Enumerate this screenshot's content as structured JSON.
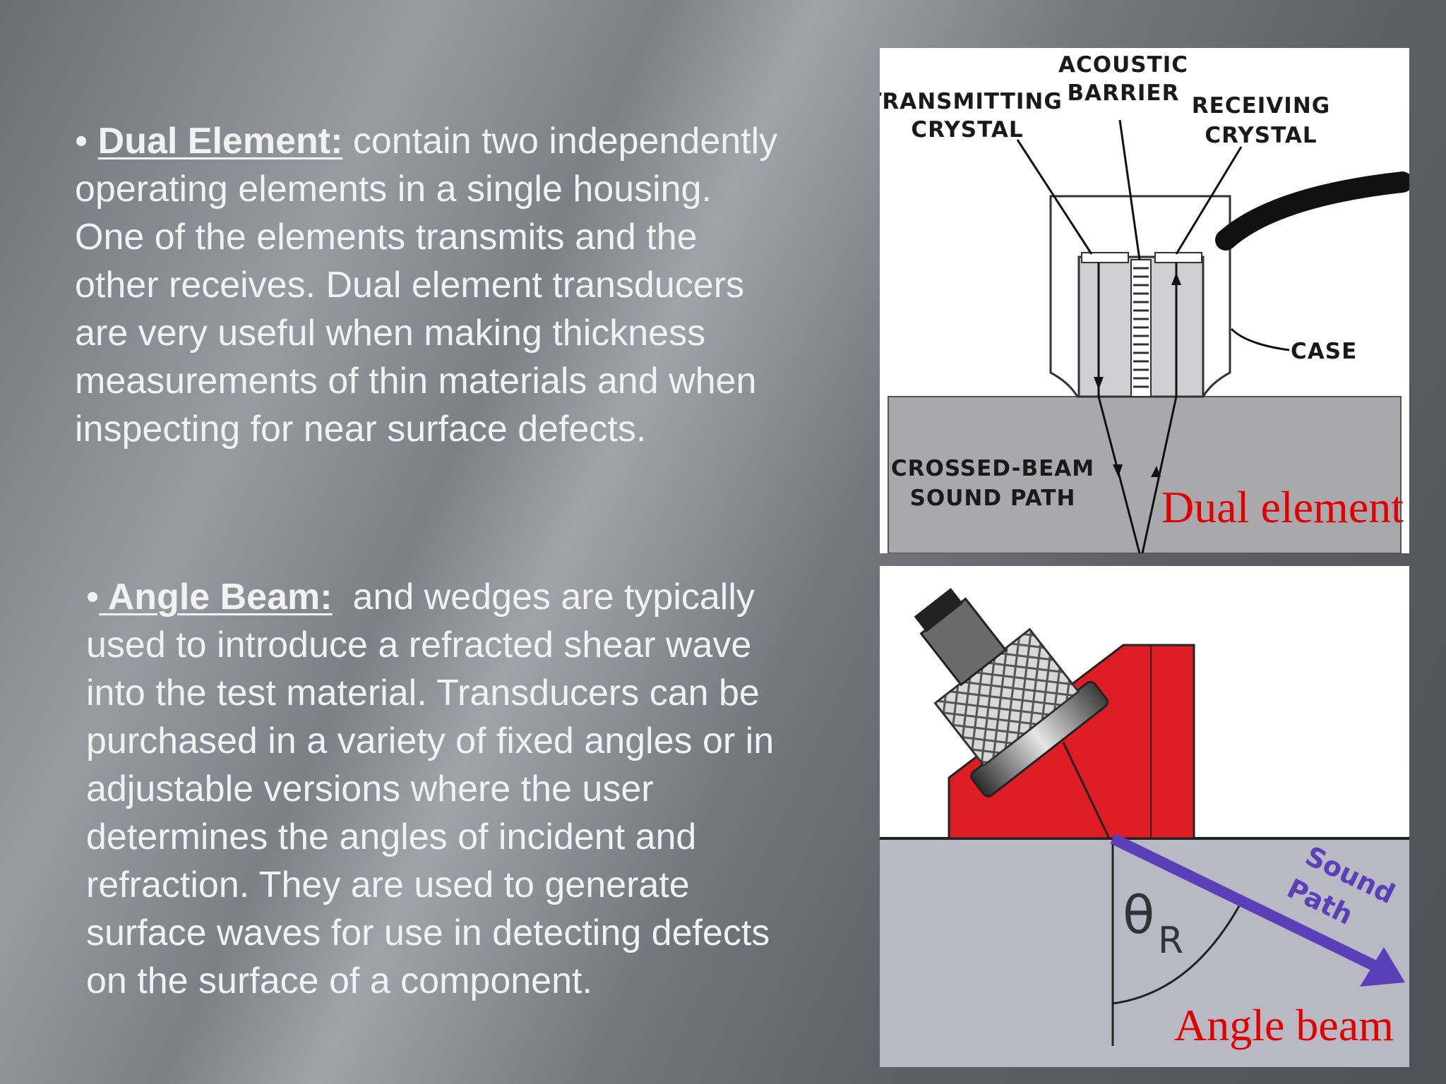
{
  "dual_block": {
    "bullet": "•",
    "term": "Dual Element:",
    "lines": [
      " contain two independently",
      "operating elements in a single housing.",
      "One of the elements transmits and the",
      "other receives. Dual element transducers",
      "are very useful when making thickness",
      "measurements of thin materials and when",
      "inspecting for near surface defects."
    ]
  },
  "angle_block": {
    "bullet": "•",
    "term": " Angle Beam:",
    "lines": [
      "  and wedges are typically",
      "used to introduce a refracted shear wave",
      "into the test material. Transducers can be",
      "purchased in a variety of fixed angles or in",
      "adjustable versions where the user",
      "determines the angles of incident and",
      "refraction. They are used to generate",
      "surface waves for use in detecting defects",
      "on the surface of a component."
    ]
  },
  "dual_figure": {
    "labels": {
      "acoustic": "ACOUSTIC",
      "barrier": "BARRIER",
      "transmitting": "TRANSMITTING",
      "transmitting_crystal": "CRYSTAL",
      "receiving": "RECEIVING",
      "receiving_crystal": "CRYSTAL",
      "case": "CASE",
      "crossed_beam": "CROSSED-BEAM",
      "sound_path": "SOUND PATH"
    },
    "caption": "Dual element"
  },
  "angle_figure": {
    "labels": {
      "sound": "Sound",
      "path": "Path",
      "theta": "θ",
      "theta_sub": "R"
    },
    "caption": "Angle beam",
    "colors": {
      "wedge": "#dd1c24",
      "beam": "#5a3fb8",
      "material": "#b9b9c3"
    }
  }
}
